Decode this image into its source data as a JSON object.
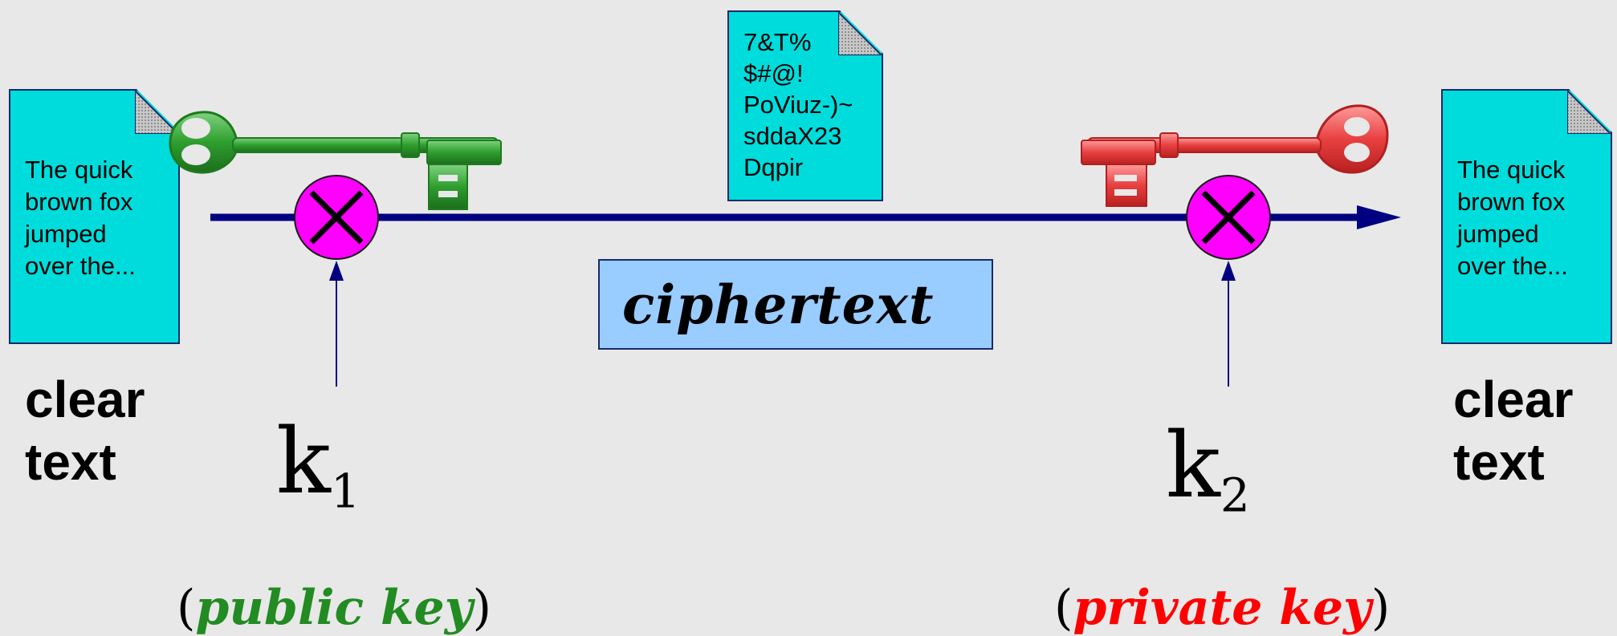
{
  "left_doc": {
    "lines": [
      "The quick",
      "brown fox",
      "jumped",
      "over the..."
    ]
  },
  "right_doc": {
    "lines": [
      "The quick",
      "brown fox",
      "jumped",
      "over the..."
    ]
  },
  "cipher_doc": {
    "lines": [
      "7&T%",
      "$#@!",
      "PoViuz-)~",
      "sddaX23",
      "Dqpir"
    ]
  },
  "left_label": {
    "line1": "clear",
    "line2": "text"
  },
  "right_label": {
    "line1": "clear",
    "line2": "text"
  },
  "ciphertext_label": "ciphertext",
  "k1": {
    "base": "k",
    "sub": "1"
  },
  "k2": {
    "base": "k",
    "sub": "2"
  },
  "public_key": {
    "open": "(",
    "text": "public key",
    "close": ")"
  },
  "private_key": {
    "open": "(",
    "text": "private key",
    "close": ")"
  },
  "colors": {
    "doc_fill": "#00dcdc",
    "line": "#000080",
    "xor_fill": "#ff00ff",
    "public_key": "#228b22",
    "private_key": "#ff0000",
    "cipher_box": "#99ccff"
  }
}
